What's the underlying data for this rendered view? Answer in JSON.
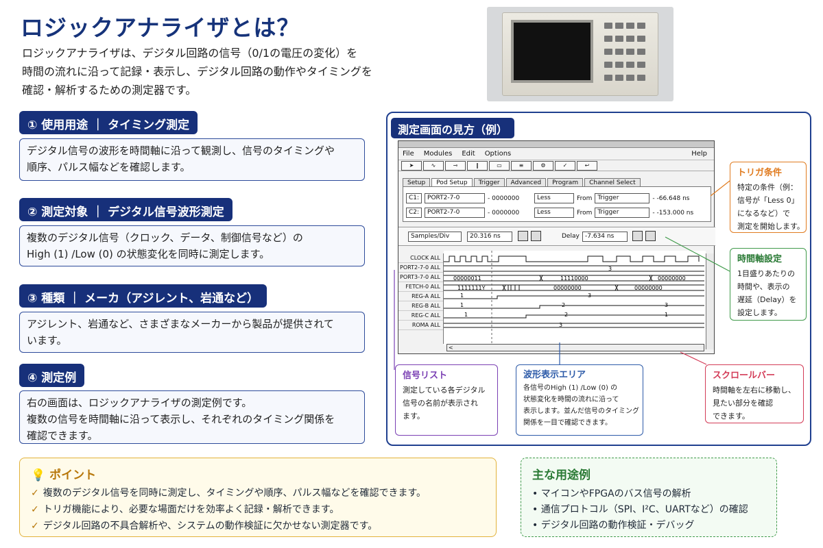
{
  "title": "ロジックアナライザとは？",
  "intro": [
    "ロジックアナライザは、デジタル回路の信号（0/1の電圧の変化）を",
    "時間の流れに沿って記録・表示し、デジタル回路の動作やタイミングを",
    "確認・解析するための測定器です。"
  ],
  "sections": [
    {
      "heading": "① 使用用途 ｜ タイミング測定",
      "lines": [
        "デジタル信号の波形を時間軸に沿って観測し、信号のタイミングや",
        "順序、パルス幅などを確認します。"
      ]
    },
    {
      "heading": "② 測定対象 ｜ デジタル信号波形測定",
      "lines": [
        "複数のデジタル信号（クロック、データ、制御信号など）の",
        "High (1) /Low (0) の状態変化を同時に測定します。"
      ]
    },
    {
      "heading": "③ 種類 ｜ メーカ（アジレント、岩通など）",
      "lines": [
        "アジレント、岩通など、さまざまなメーカーから製品が提供されて",
        "います。"
      ]
    },
    {
      "heading": "④ 測定例",
      "lines": [
        "右の画面は、ロジックアナライザの測定例です。",
        "複数の信号を時間軸に沿って表示し、それぞれのタイミング関係を",
        "確認できます。"
      ]
    }
  ],
  "screen": {
    "heading": "測定画面の見方（例）",
    "menu": [
      "File",
      "Modules",
      "Edit",
      "Options"
    ],
    "help": "Help",
    "tabs": [
      "Setup",
      "Pod Setup",
      "Trigger",
      "Advanced",
      "Program",
      "Channel Select"
    ],
    "trig_rows": [
      {
        "ch": "C1:",
        "port": "PORT2-7-0",
        "val": "- 0000000",
        "cond": "Less",
        "from": "From",
        "src": "Trigger",
        "time": "- -66.648  ns"
      },
      {
        "ch": "C2:",
        "port": "PORT2-7-0",
        "val": "- 0000000",
        "cond": "Less",
        "from": "From",
        "src": "Trigger",
        "time": "- -153.000  ns"
      }
    ],
    "samples_label": "Samples/Div",
    "samples_value": "20.316  ns",
    "delay_label": "Delay",
    "delay_value": "-7.634  ns",
    "signals": [
      "CLOCK ALL",
      "PORT2-7-0 ALL",
      "PORT3-7-0 ALL",
      "FETCH-0 ALL",
      "REG-A ALL",
      "REG-B ALL",
      "REG-C ALL",
      "ROMA ALL"
    ],
    "wave_labels": {
      "port2": [
        "3"
      ],
      "port3": [
        "00000011",
        "11110000",
        "00000000"
      ],
      "fetch": [
        "1111111Y",
        "00000000",
        "00000000"
      ],
      "rega": [
        "1",
        "3"
      ],
      "regb": [
        "1",
        "2",
        "3"
      ],
      "regc": [
        "1",
        "2",
        "1"
      ],
      "roma": [
        "3"
      ]
    }
  },
  "notes": {
    "trigger": {
      "title": "トリガ条件",
      "lines": [
        "特定の条件（例：",
        "信号が「Less 0」",
        "になるなど）で",
        "測定を開始します。"
      ],
      "color": "#e07b1f"
    },
    "timeaxis": {
      "title": "時間軸設定",
      "lines": [
        "1目盛りあたりの",
        "時間や、表示の",
        "遅延（Delay）を",
        "設定します。"
      ],
      "color": "#3f9a4a"
    },
    "signal_list": {
      "title": "信号リスト",
      "lines": [
        "測定している各デジタル",
        "信号の名前が表示され",
        "ます。"
      ],
      "color": "#7a3fb3"
    },
    "wave_area": {
      "title": "波形表示エリア",
      "lines": [
        "各信号のHigh (1) /Low (0) の",
        "状態変化を時間の流れに沿って",
        "表示します。並んだ信号のタイミング",
        "関係を一目で確認できます。"
      ],
      "color": "#2c5aa8"
    },
    "scroll": {
      "title": "スクロールバー",
      "lines": [
        "時間軸を左右に移動し、",
        "見たい部分を確認",
        "できます。"
      ],
      "color": "#d33b57"
    }
  },
  "point": {
    "title": "ポイント",
    "items": [
      "複数のデジタル信号を同時に測定し、タイミングや順序、パルス幅などを確認できます。",
      "トリガ機能により、必要な場面だけを効率よく記録・解析できます。",
      "デジタル回路の不具合解析や、システムの動作検証に欠かせない測定器です。"
    ]
  },
  "uses": {
    "title": "主な用途例",
    "items": [
      "マイコンやFPGAのバス信号の解析",
      "通信プロトコル（SPI、I²C、UARTなど）の確認",
      "デジタル回路の動作検証・デバッグ"
    ]
  }
}
